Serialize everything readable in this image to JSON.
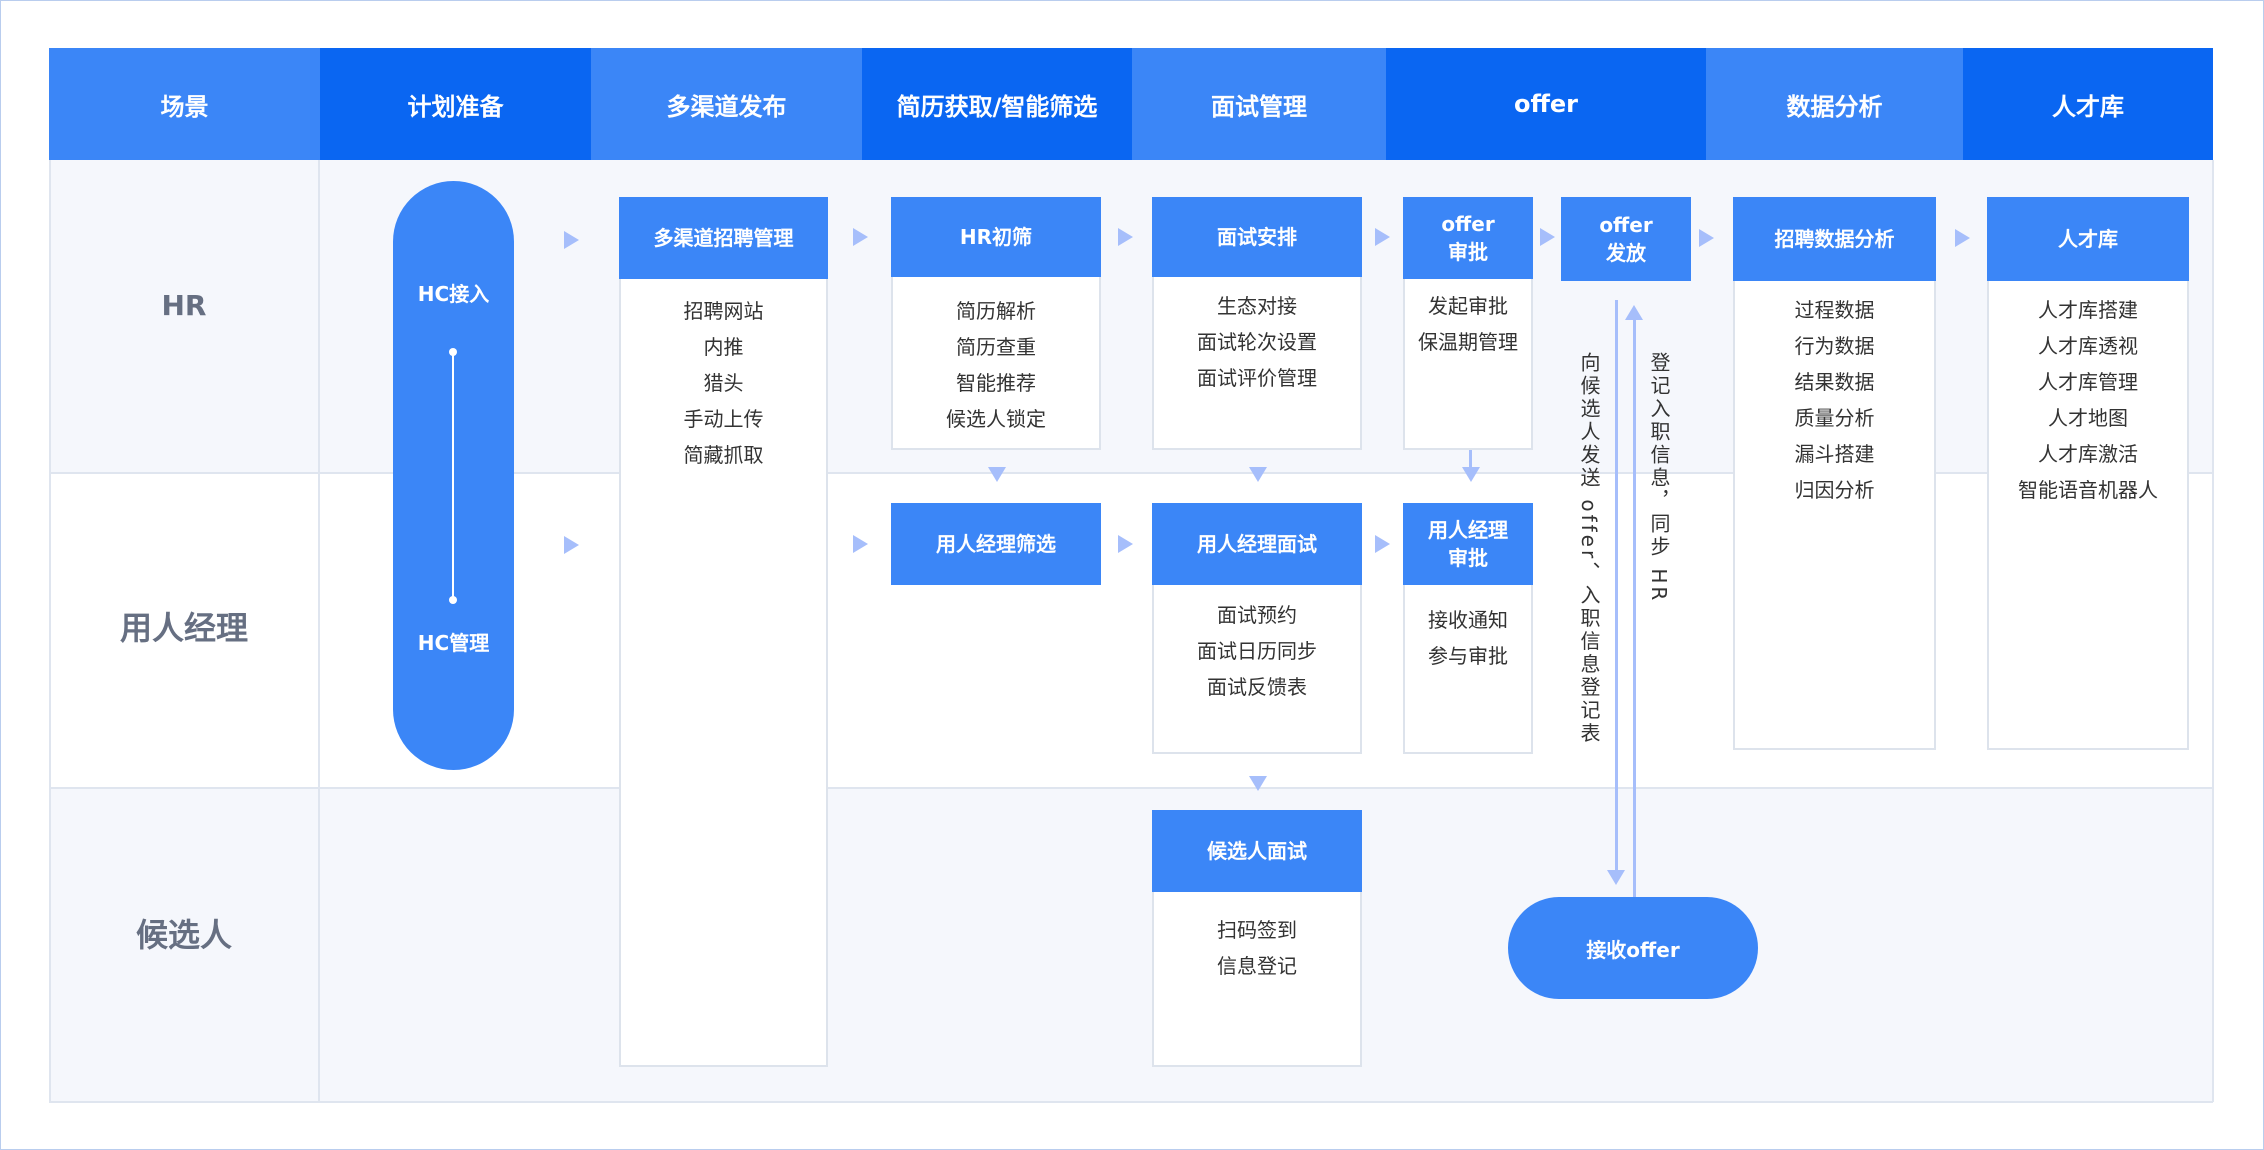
{
  "columns": [
    "场景",
    "计划准备",
    "多渠道发布",
    "简历获取/智能筛选",
    "面试管理",
    "offer",
    "数据分析",
    "人才库"
  ],
  "rows": [
    "HR",
    "用人经理",
    "候选人"
  ],
  "hc_pill": {
    "top": "HC接入",
    "bottom": "HC管理"
  },
  "cards": {
    "multichannel": {
      "title": "多渠道招聘管理",
      "items": [
        "招聘网站",
        "内推",
        "猎头",
        "手动上传",
        "简藏抓取"
      ]
    },
    "hr_screen": {
      "title": "HR初筛",
      "items": [
        "简历解析",
        "简历查重",
        "智能推荐",
        "候选人锁定"
      ]
    },
    "interview_arrange": {
      "title": "面试安排",
      "items": [
        "生态对接",
        "面试轮次设置",
        "面试评价管理"
      ]
    },
    "offer_approve": {
      "title": "offer\n审批",
      "items": [
        "发起审批",
        "保温期管理"
      ]
    },
    "offer_send": {
      "title": "offer\n发放"
    },
    "data_analysis": {
      "title": "招聘数据分析",
      "items": [
        "过程数据",
        "行为数据",
        "结果数据",
        "质量分析",
        "漏斗搭建",
        "归因分析"
      ]
    },
    "talent_pool": {
      "title": "人才库",
      "items": [
        "人才库搭建",
        "人才库透视",
        "人才库管理",
        "人才地图",
        "人才库激活",
        "智能语音机器人"
      ]
    },
    "manager_screen": {
      "title": "用人经理筛选"
    },
    "manager_interview": {
      "title": "用人经理面试",
      "items": [
        "面试预约",
        "面试日历同步",
        "面试反馈表"
      ]
    },
    "manager_approve": {
      "title": "用人经理\n审批",
      "items": [
        "接收通知",
        "参与审批"
      ]
    },
    "candidate_interview": {
      "title": "候选人面试",
      "items": [
        "扫码签到",
        "信息登记"
      ]
    }
  },
  "receive_offer": "接收offer",
  "flow_text_down": "向候选人发送 offer、入职信息登记表",
  "flow_text_up": "登记入职信息，同步 HR",
  "colors": {
    "header_light": "#3b86f7",
    "header_dark": "#0a66f2",
    "arrow": "#a6befb",
    "lane": "#f5f7fc"
  }
}
